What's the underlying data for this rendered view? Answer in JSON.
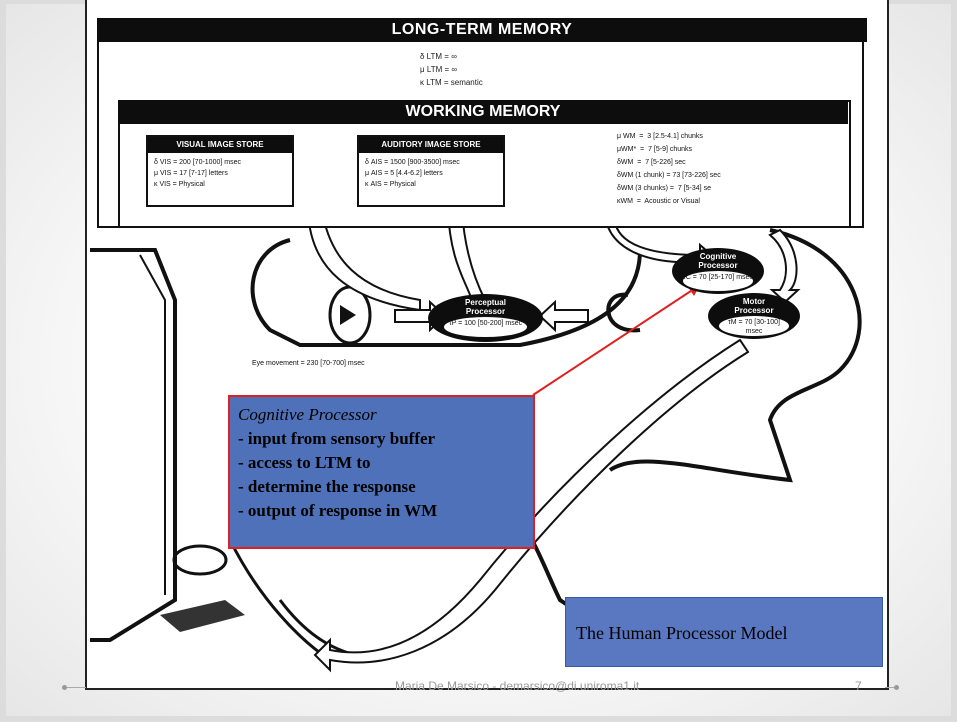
{
  "ltm": {
    "title": "LONG-TERM MEMORY",
    "params": [
      "δ LTM = ∞",
      "μ LTM = ∞",
      "κ LTM = semantic"
    ]
  },
  "wm": {
    "title": "WORKING MEMORY",
    "params": "μ WM  =  3 [2.5-4.1] chunks\nμWM*  =  7 [5-9] chunks\nδWM  =  7 [5-226] sec\nδWM (1 chunk) = 73 [73-226] sec\nδWM (3 chunks) =  7 [5-34] se\nκWM  =  Acoustic or Visual"
  },
  "vis": {
    "title": "VISUAL IMAGE STORE",
    "params": [
      "δ VIS = 200 [70-1000] msec",
      "μ VIS = 17 [7-17] letters",
      "κ VIS = Physical"
    ]
  },
  "aud": {
    "title": "AUDITORY IMAGE STORE",
    "params": [
      "δ AIS = 1500 [900-3500] msec",
      "μ AIS = 5 [4.4-6.2] letters",
      "κ AIS = Physical"
    ]
  },
  "perceptual": {
    "title": "Perceptual Processor",
    "value": "τP = 100 [50-200] msec"
  },
  "cognitive": {
    "title": "Cognitive Processor",
    "value": "τC = 70 [25-170] msec"
  },
  "motor": {
    "title": "Motor Processor",
    "value": "τM = 70 [30-100] msec"
  },
  "eye_movement": "Eye movement = 230 [70-700] msec",
  "callout": {
    "title": "Cognitive Processor",
    "lines": [
      "- input from sensory buffer",
      "- access to LTM to",
      "- determine the response",
      "- output of response in WM"
    ]
  },
  "slide_title": "The Human Processor Model",
  "footer": "Maria De Marsico - demarsico@di.uniroma1.it",
  "page_number": "7",
  "colors": {
    "callout_fill": "#4f71b9",
    "callout_border": "#e02020",
    "title_fill": "#5a78c1"
  }
}
